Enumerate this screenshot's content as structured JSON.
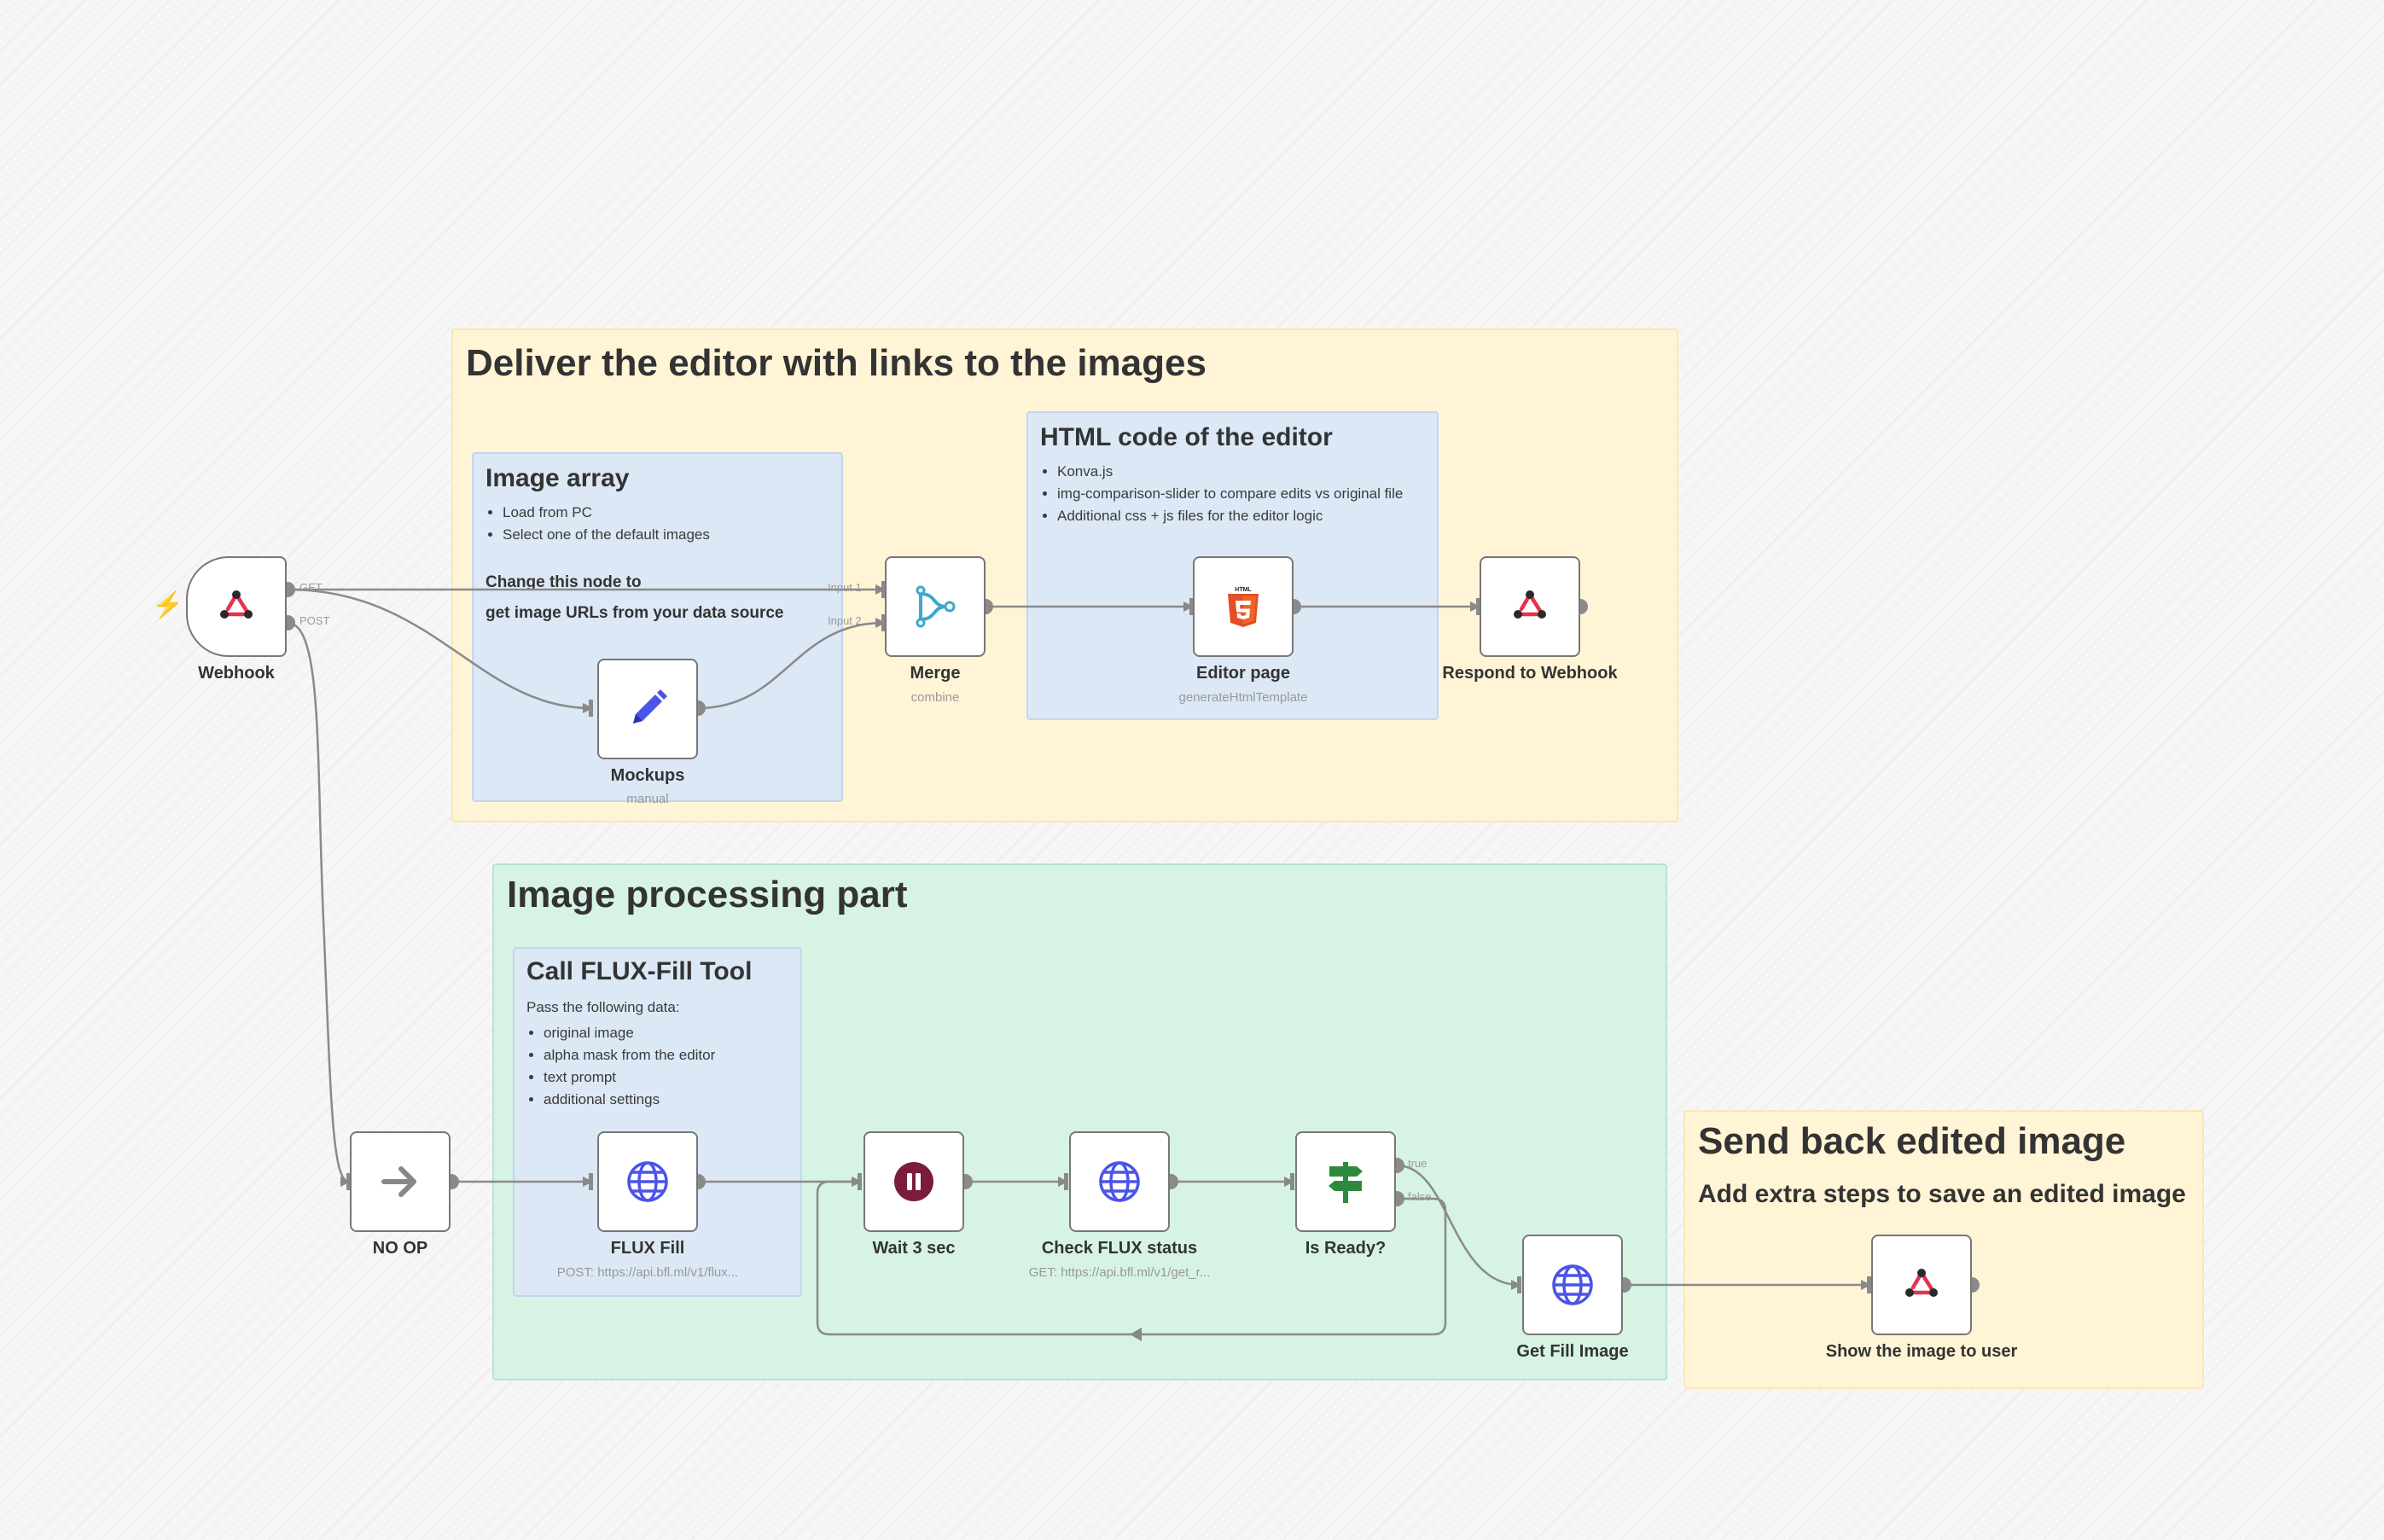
{
  "stickies": {
    "deliver": {
      "title": "Deliver the editor with links to the images"
    },
    "image_array": {
      "title": "Image array",
      "bullets": [
        "Load from PC",
        "Select one of the default images"
      ],
      "note_line1": "Change this node to",
      "note_line2": "get image URLs from your data source"
    },
    "html_code": {
      "title": "HTML code of the editor",
      "bullets": [
        "Konva.js",
        "img-comparison-slider to compare edits vs original file",
        "Additional css + js files for the editor logic"
      ]
    },
    "processing": {
      "title": "Image processing part"
    },
    "flux_tool": {
      "title": "Call FLUX-Fill Tool",
      "intro": "Pass the following data:",
      "bullets": [
        "original image",
        "alpha mask from the editor",
        "text prompt",
        "additional settings"
      ]
    },
    "send_back": {
      "title": "Send back edited image",
      "subtitle": "Add extra steps to save an edited image"
    }
  },
  "nodes": {
    "webhook": {
      "label": "Webhook",
      "icon": "webhook-icon"
    },
    "mockups": {
      "label": "Mockups",
      "sub": "manual",
      "icon": "pencil-icon"
    },
    "merge": {
      "label": "Merge",
      "sub": "combine",
      "icon": "merge-icon"
    },
    "editor_page": {
      "label": "Editor page",
      "sub": "generateHtmlTemplate",
      "icon": "html5-icon"
    },
    "respond": {
      "label": "Respond to Webhook",
      "icon": "webhook-icon"
    },
    "noop": {
      "label": "NO OP",
      "icon": "arrow-right-icon"
    },
    "flux_fill": {
      "label": "FLUX Fill",
      "sub": "POST: https://api.bfl.ml/v1/flux...",
      "icon": "globe-icon"
    },
    "wait": {
      "label": "Wait 3 sec",
      "icon": "pause-icon"
    },
    "check_status": {
      "label": "Check FLUX status",
      "sub": "GET: https://api.bfl.ml/v1/get_r...",
      "icon": "globe-icon"
    },
    "is_ready": {
      "label": "Is Ready?",
      "icon": "signpost-icon"
    },
    "get_fill": {
      "label": "Get Fill Image",
      "icon": "globe-icon"
    },
    "show_image": {
      "label": "Show the image to user",
      "icon": "webhook-icon"
    }
  },
  "ports": {
    "get": "GET",
    "post": "POST",
    "input1": "Input 1",
    "input2": "Input 2",
    "true": "true",
    "false": "false"
  },
  "colors": {
    "sticky_yellow": "#fff4d6",
    "sticky_green": "#d7f3e4",
    "sticky_blue": "#dce8f6",
    "webhook_red": "#e8304f",
    "editor_blue": "#4b54e8",
    "merge_teal": "#3fa8c9",
    "html_orange": "#e44d26",
    "pause_maroon": "#7b1d3a",
    "signpost_green": "#2e8b3d",
    "trigger_bolt": "#f26b4b"
  }
}
